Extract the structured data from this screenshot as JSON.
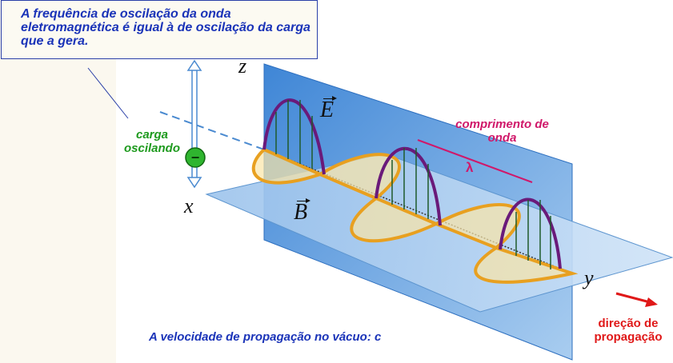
{
  "callout": {
    "text": "A frequência de oscilação da onda eletromagnética é igual à de oscilação da carga que a gera."
  },
  "axes": {
    "z": "z",
    "x": "x",
    "y": "y"
  },
  "fields": {
    "E": "E",
    "B": "B"
  },
  "charge": {
    "label": "carga oscilando",
    "sign": "−"
  },
  "wavelength": {
    "label": "comprimento de onda",
    "symbol": "λ"
  },
  "speed": {
    "text": "A velocidade de propagação no vácuo: c"
  },
  "direction": {
    "label": "direção de propagação"
  },
  "colors": {
    "plane": "#5b9bd8",
    "e_wave": "#6a1a7a",
    "b_wave": "#e8a020",
    "label_blue": "#1a33b8",
    "label_green": "#1e9a1e",
    "label_magenta": "#d0186a",
    "label_red": "#e01818"
  }
}
